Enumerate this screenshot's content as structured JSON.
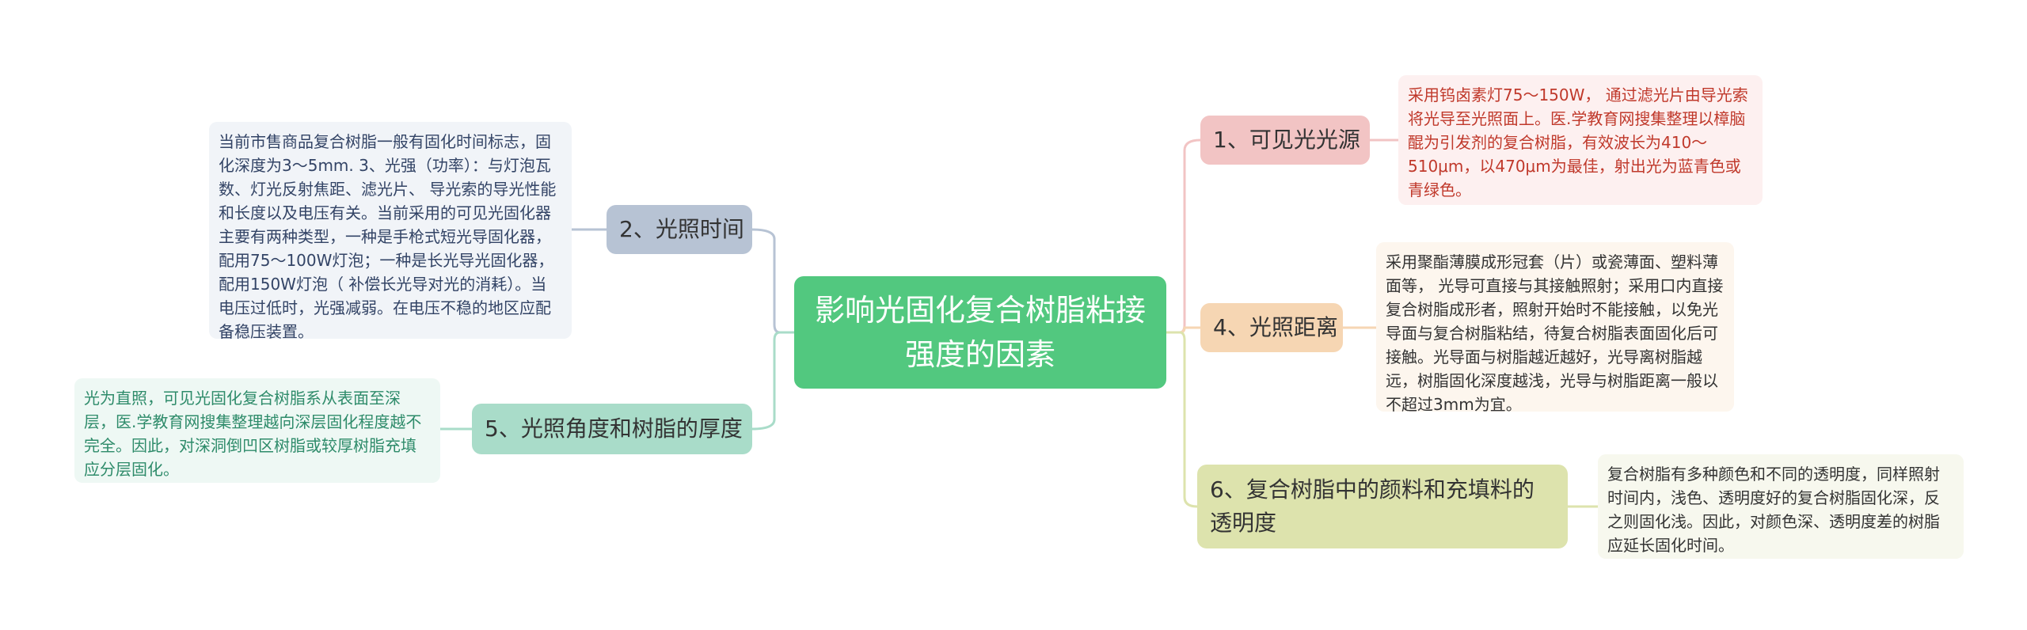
{
  "center": {
    "title": "影响光固化复合树脂粘接强度的因素",
    "color": "#52c87f"
  },
  "branches": [
    {
      "label": "1、可见光光源",
      "color": "#f2c4c4",
      "leaf": {
        "text": "采用钨卤素灯75～150W， 通过滤光片由导光索将光导至光照面上。医.学教育网搜集整理以樟脑醌为引发剂的复合树脂，有效波长为410～510μm，以470μm为最佳，射出光为蓝青色或青绿色。",
        "text_color": "#c0392b",
        "bg": "#fdf0f0"
      }
    },
    {
      "label": "4、光照距离",
      "color": "#f6d6b3",
      "leaf": {
        "text": "采用聚酯薄膜成形冠套（片）或瓷薄面、塑料薄面等， 光导可直接与其接触照射；采用口内直接复合树脂成形者，照射开始时不能接触，以免光导面与复合树脂粘结，待复合树脂表面固化后可接触。光导面与树脂越近越好，光导离树脂越远，树脂固化深度越浅，光导与树脂距离一般以不超过3mm为宜。",
        "text_color": "#333333",
        "bg": "#fdf6ee"
      }
    },
    {
      "label": "6、复合树脂中的颜料和充填料的透明度",
      "color": "#dde3ad",
      "leaf": {
        "text": "复合树脂有多种颜色和不同的透明度，同样照射时间内，浅色、透明度好的复合树脂固化深，反之则固化浅。因此，对颜色深、透明度差的树脂应延长固化时间。",
        "text_color": "#333333",
        "bg": "#f7f8ee"
      }
    },
    {
      "label": "2、光照时间",
      "color": "#b7c3d4",
      "leaf": {
        "text": "当前市售商品复合树脂一般有固化时间标志，固化深度为3～5mm. 3、光强（功率）：与灯泡瓦数、灯光反射焦距、滤光片、 导光索的导光性能和长度以及电压有关。当前采用的可见光固化器主要有两种类型，一种是手枪式短光导固化器，配用75～100W灯泡；一种是长光导光固化器，配用150W灯泡（ 补偿长光导对光的消耗）。当电压过低时，光强减弱。在电压不稳的地区应配备稳压装置。",
        "text_color": "#334466",
        "bg": "#f1f4f8"
      }
    },
    {
      "label": "5、光照角度和树脂的厚度",
      "color": "#a9dcc9",
      "leaf": {
        "text": "光为直照，可见光固化复合树脂系从表面至深层，医.学教育网搜集整理越向深层固化程度越不完全。因此，对深洞倒凹区树脂或较厚树脂充填应分层固化。",
        "text_color": "#2e8b6a",
        "bg": "#eef8f4"
      }
    }
  ]
}
